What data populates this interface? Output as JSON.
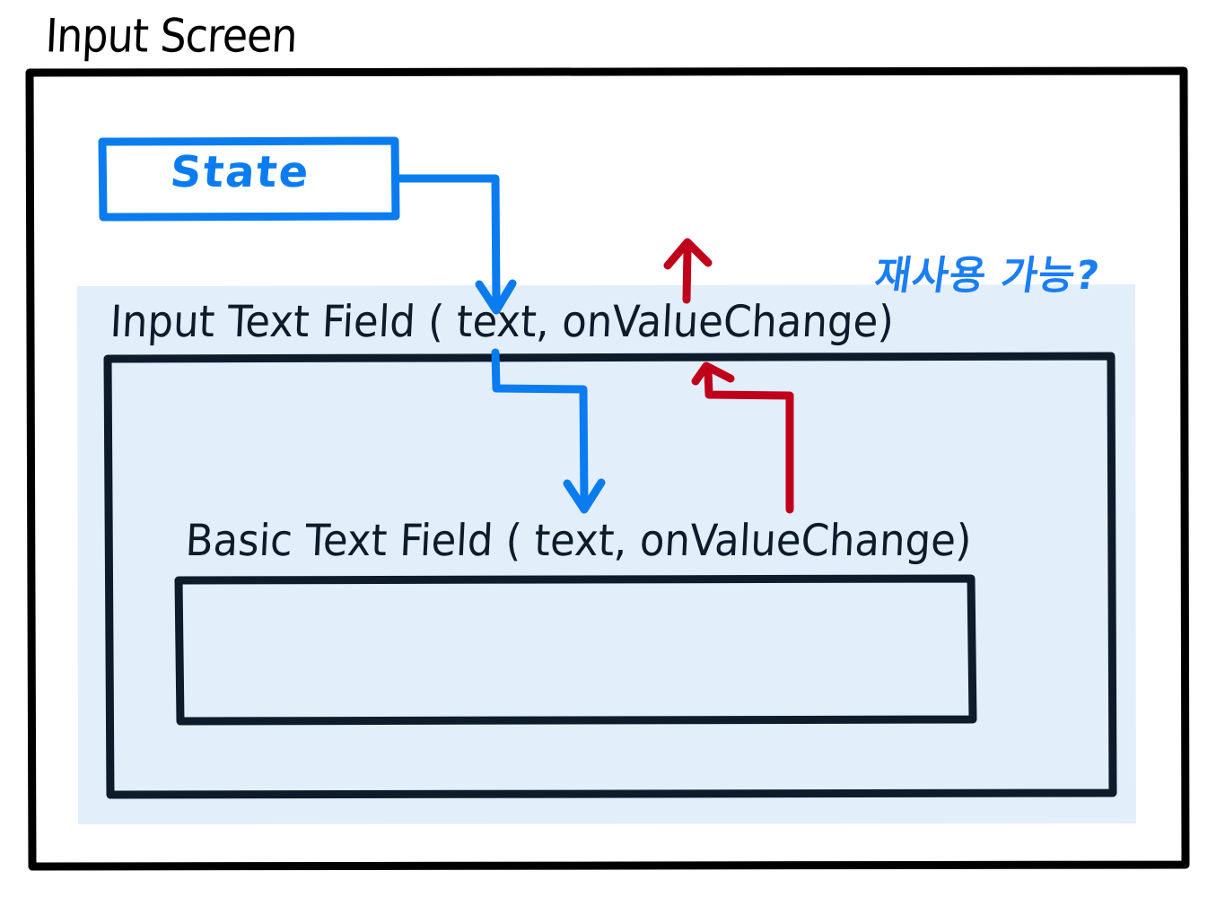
{
  "title": "Input Screen",
  "colors": {
    "frame_black": "#000000",
    "ink_dark": "#0d1b2a",
    "accent_blue": "#0a7cf0",
    "note_blue": "#1a7ef5",
    "accent_red": "#c0001a",
    "highlight_fill": "#e3eefb",
    "canvas_white": "#ffffff"
  },
  "screen": {
    "name": "Input Screen",
    "state_box": {
      "label": "State"
    },
    "highlight_region": {
      "note": "재사용 가능?",
      "input_text_field": {
        "label": "Input Text Field  ( text,  onValueChange)",
        "basic_text_field": {
          "label": "Basic Text Field ( text,  onValueChange)",
          "inner_box_label": ""
        }
      }
    }
  },
  "arrows": [
    {
      "id": "state-to-input",
      "color": "#0a7cf0",
      "direction": "down",
      "from": "state-box",
      "to": "input-text-field-text-param"
    },
    {
      "id": "input-callback-up",
      "color": "#c0001a",
      "direction": "up",
      "from": "input-text-field-onvaluechange",
      "to": "state-box"
    },
    {
      "id": "input-to-basic",
      "color": "#0a7cf0",
      "direction": "down",
      "from": "input-text-field-text-param",
      "to": "basic-text-field-text-param"
    },
    {
      "id": "basic-callback-up",
      "color": "#c0001a",
      "direction": "up",
      "from": "basic-text-field-onvaluechange",
      "to": "input-text-field-onvaluechange"
    }
  ]
}
